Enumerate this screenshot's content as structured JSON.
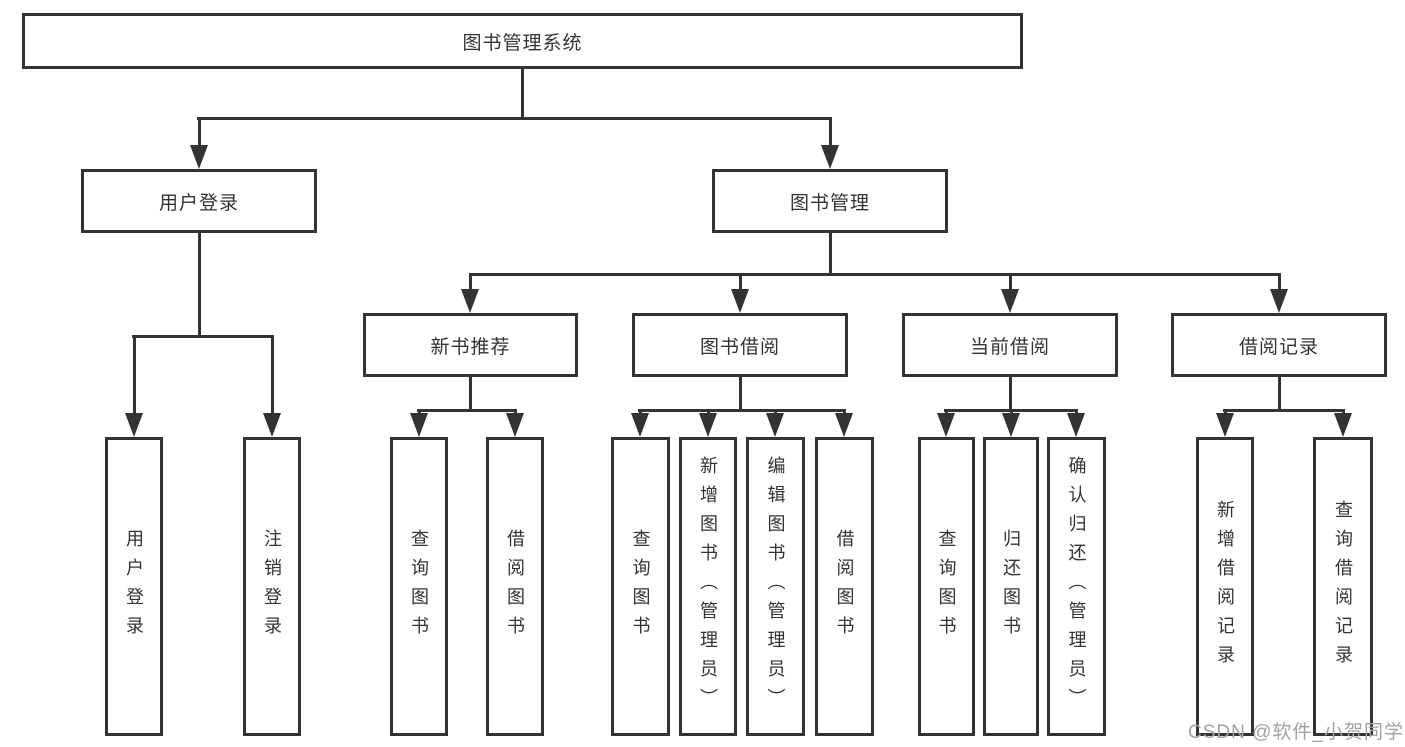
{
  "diagram": {
    "type": "hierarchy-tree",
    "line_color": "#333333",
    "box_border_color": "#333333",
    "text_color": "#333333",
    "background_color": "#ffffff",
    "nodes": {
      "root": {
        "label": "图书管理系统"
      },
      "level2": [
        {
          "label": "用户登录",
          "parent": "图书管理系统"
        },
        {
          "label": "图书管理",
          "parent": "图书管理系统"
        }
      ],
      "level3": [
        {
          "label": "新书推荐",
          "parent": "图书管理"
        },
        {
          "label": "图书借阅",
          "parent": "图书管理"
        },
        {
          "label": "当前借阅",
          "parent": "图书管理"
        },
        {
          "label": "借阅记录",
          "parent": "图书管理"
        }
      ],
      "leaves": [
        {
          "label": "用户登录",
          "parent": "用户登录"
        },
        {
          "label": "注销登录",
          "parent": "用户登录"
        },
        {
          "label": "查询图书",
          "parent": "新书推荐"
        },
        {
          "label": "借阅图书",
          "parent": "新书推荐"
        },
        {
          "label": "查询图书",
          "parent": "图书借阅"
        },
        {
          "label": "新增图书（管理员）",
          "parent": "图书借阅"
        },
        {
          "label": "编辑图书（管理员）",
          "parent": "图书借阅"
        },
        {
          "label": "借阅图书",
          "parent": "图书借阅"
        },
        {
          "label": "查询图书",
          "parent": "当前借阅"
        },
        {
          "label": "归还图书",
          "parent": "当前借阅"
        },
        {
          "label": "确认归还（管理员）",
          "parent": "当前借阅"
        },
        {
          "label": "新增借阅记录",
          "parent": "借阅记录"
        },
        {
          "label": "查询借阅记录",
          "parent": "借阅记录"
        }
      ]
    }
  },
  "watermark": {
    "text": "CSDN @软件_小贺同学",
    "color": "#a2a2a2"
  }
}
